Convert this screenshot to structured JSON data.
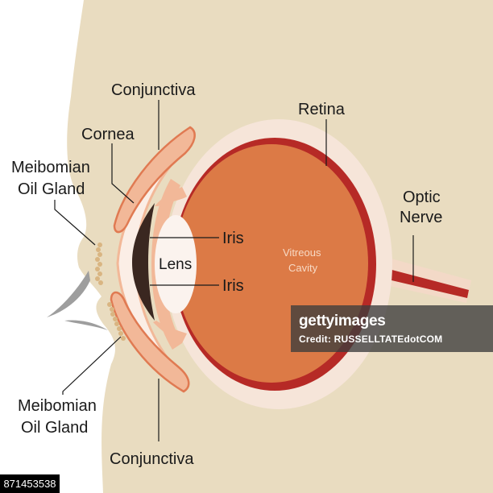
{
  "labels": {
    "conjunctiva_top": "Conjunctiva",
    "cornea": "Cornea",
    "retina": "Retina",
    "meibomian_top_1": "Meibomian",
    "meibomian_top_2": "Oil Gland",
    "optic_1": "Optic",
    "optic_2": "Nerve",
    "iris_top": "Iris",
    "lens": "Lens",
    "iris_bottom": "Iris",
    "vitreous_1": "Vitreous",
    "vitreous_2": "Cavity",
    "meibomian_bottom_1": "Meibomian",
    "meibomian_bottom_2": "Oil Gland",
    "conjunctiva_bottom": "Conjunctiva"
  },
  "watermark": {
    "brand": "gettyimages",
    "credit": "Credit: RUSSELLTATEdotCOM"
  },
  "stock_id": "871453538",
  "colors": {
    "skin": "#e9dcc0",
    "sclera": "#f6e5d9",
    "vitreous": "#dc7a46",
    "retina": "#b62a26",
    "conjunctiva": "#f2b898",
    "pupil": "#3a2720",
    "lens": "#fbf3ee"
  }
}
